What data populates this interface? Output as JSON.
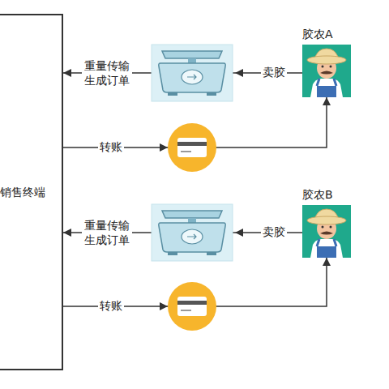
{
  "diagram": {
    "nodes": [
      {
        "text": [
          "销售终端"
        ]
      },
      {
        "text": [
          "胶农A"
        ]
      },
      {
        "text": [
          "胶农B"
        ]
      }
    ],
    "edges": [
      {
        "from": 1,
        "to": 0,
        "arrow": "to",
        "label": "重量传输生成订单"
      },
      {
        "from": 0,
        "to": 1,
        "arrow": "to",
        "label": "转账"
      },
      {
        "from": 2,
        "to": 0,
        "arrow": "to",
        "label": "重量传输生成订单"
      },
      {
        "from": 0,
        "to": 2,
        "arrow": "to",
        "label": "转账"
      }
    ],
    "labels": [
      "卖胶",
      "卖胶"
    ]
  }
}
